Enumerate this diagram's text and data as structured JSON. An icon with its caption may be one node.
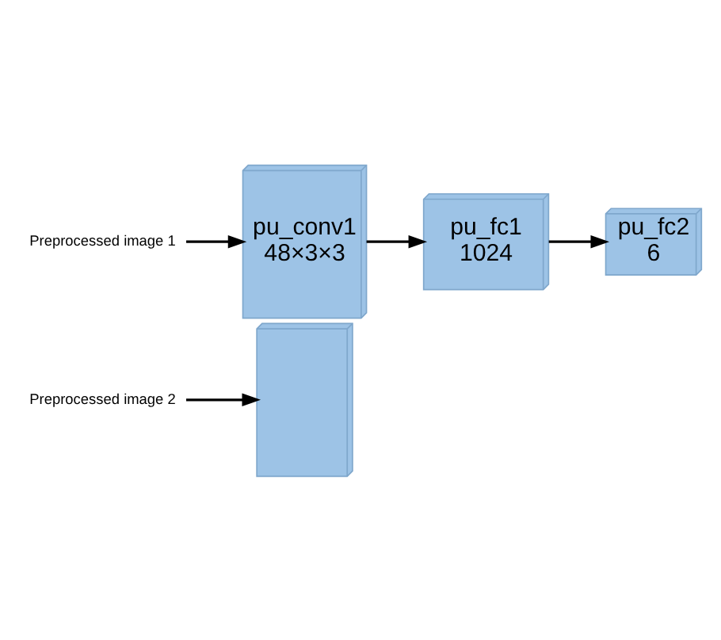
{
  "diagram": {
    "nodes": [
      {
        "text": [
          "pu_conv1",
          "48×3×3"
        ]
      },
      {
        "text": [],
        "shape": "box"
      },
      {
        "text": [
          "pu_fc1",
          "1024"
        ]
      },
      {
        "text": [
          "pu_fc2",
          "6"
        ]
      },
      {
        "text": [
          "Preprocessed image 1"
        ]
      },
      {
        "text": [
          "Preprocessed image 2"
        ]
      }
    ],
    "edges": [
      {
        "from": 4,
        "to": 0,
        "arrow": "to"
      },
      {
        "from": 5,
        "to": 1,
        "arrow": "to"
      },
      {
        "from": 0,
        "to": 2,
        "arrow": "to"
      },
      {
        "from": 2,
        "to": 3,
        "arrow": "to"
      }
    ]
  }
}
